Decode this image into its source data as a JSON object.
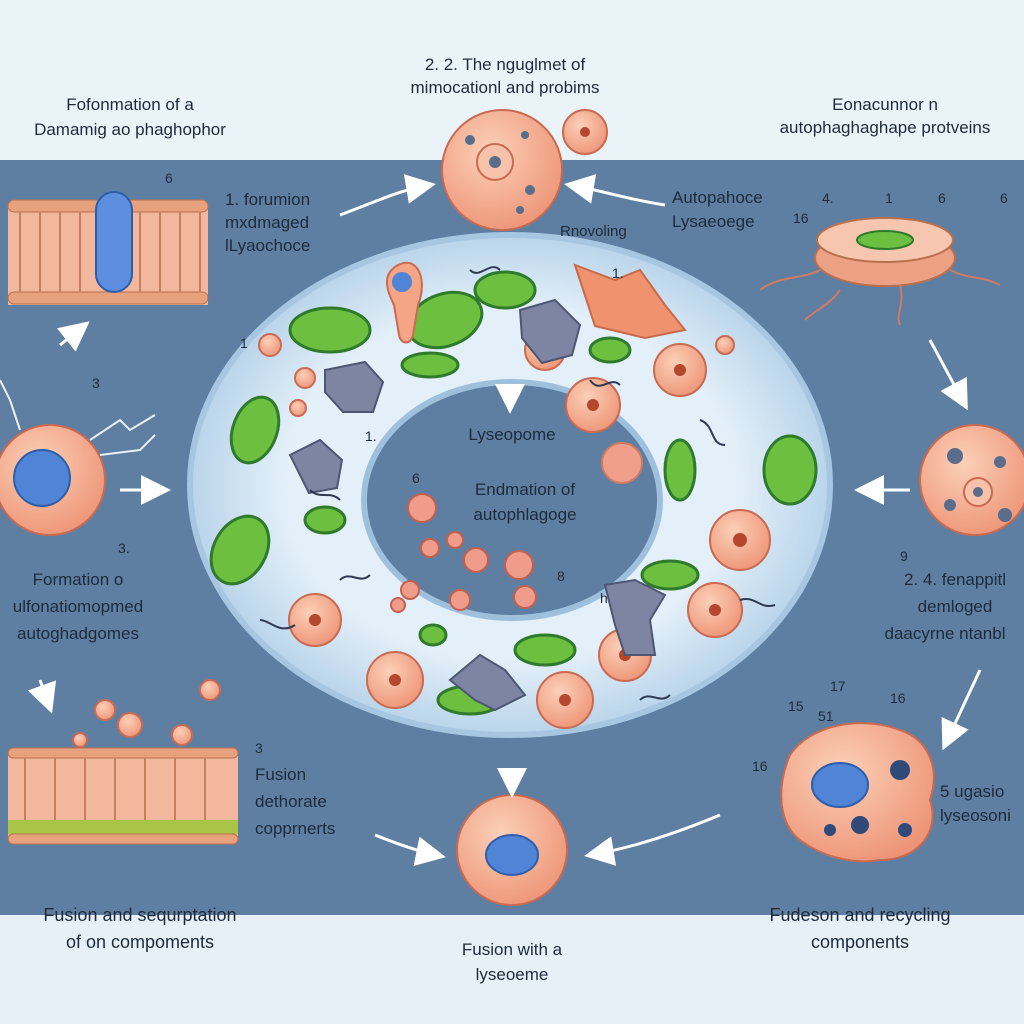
{
  "labels": {
    "top_center_1": "2. 2. The nguglmet of",
    "top_center_2": "mimocationl and probims",
    "top_left_1": "Fofonmation of a",
    "top_left_2": "Damamig ao phaghophor",
    "top_right_1": "Eonacunnor n",
    "top_right_2": "autophaghaghape protveins",
    "step1_1": "1. forumion",
    "step1_2": "mxdmaged",
    "step1_3": "lLyaochoce",
    "renovling": "Rnovoling",
    "autoph_1": "Autopahoce",
    "autoph_2": "Lysaeoege",
    "lysosome_center": "Lyseopome",
    "center_1": "Endmation of",
    "center_2": "autophlagoge",
    "left_mid_1": "Formation o",
    "left_mid_2": "ulfonatiomopmed",
    "left_mid_3": "autoghadgomes",
    "right_mid_1": "2. 4. fenappitl",
    "right_mid_2": "demloged",
    "right_mid_3": "daacyrne ntanbl",
    "fusion_1": "Fusion",
    "fusion_2": "dethorate",
    "fusion_3": "copprnerts",
    "right_low_1": "5 ugasio",
    "right_low_2": "lyseosoni",
    "bottom_left_1": "Fusion and sequrptation",
    "bottom_left_2": "of on compoments",
    "bottom_center_1": "Fusion with a",
    "bottom_center_2": "lyseoeme",
    "bottom_right_1": "Fudeson and recycling",
    "bottom_right_2": "components"
  },
  "numbers": {
    "n_6a": "6",
    "n_1a": "1",
    "n_3a": "3",
    "n_3b": "3.",
    "n_3c": "3",
    "n_4": "4.",
    "n_1b": "1",
    "n_6b": "6",
    "n_6c": "6",
    "n_16a": "16",
    "n_1c": "1.",
    "n_1d": "1.",
    "n_6d": "6",
    "n_8": "8",
    "n_h": "h",
    "n_9": "9",
    "n_17": "17",
    "n_15": "15",
    "n_51": "51",
    "n_16b": "16",
    "n_16c": "16"
  },
  "colors": {
    "band": "#5e7fa1",
    "cell": "#f4a585",
    "membrane_head": "#e7a17d",
    "mitochondria": "#6cbf3f",
    "nucleus_blue": "#4f84d6",
    "ring": "#cfe3f2",
    "protein_gray": "#7d85a3"
  }
}
